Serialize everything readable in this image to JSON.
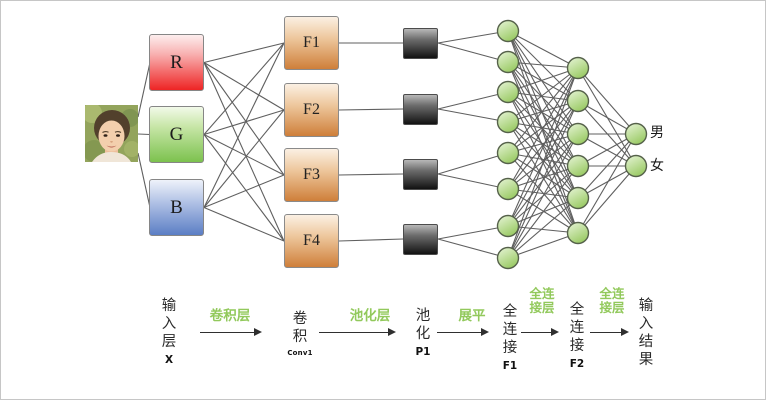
{
  "diagram": {
    "description": "CNN face gender-classification network diagram",
    "input_photo": "woman-face-photo",
    "channels": [
      {
        "label": "R",
        "color": "#ee2424",
        "color_light": "#fdeeee"
      },
      {
        "label": "G",
        "color": "#7cc24e",
        "color_light": "#f2fae9"
      },
      {
        "label": "B",
        "color": "#5b7ec5",
        "color_light": "#eef2fa"
      }
    ],
    "filters": [
      {
        "label": "F1"
      },
      {
        "label": "F2"
      },
      {
        "label": "F3"
      },
      {
        "label": "F4"
      }
    ],
    "filter_color": "#cf7f3a",
    "pool_color_top": "#b8b8b8",
    "pool_color_bottom": "#121212",
    "neuron_fill_light": "#e8f5d8",
    "neuron_fill": "#9ccb67",
    "neuron_stroke": "#55614a",
    "wire_color": "#5f5f5f",
    "layer_sizes": {
      "input_channels": 3,
      "conv_filters": 4,
      "pool_maps": 4,
      "fc1_neurons": 8,
      "fc2_neurons": 6,
      "output_neurons": 2
    },
    "outputs": [
      {
        "label": "男"
      },
      {
        "label": "女"
      }
    ]
  },
  "pipeline": {
    "arrow_label_color": "#92c95c",
    "stages": [
      {
        "cn": "输入层",
        "latin": "X"
      },
      {
        "cn": "卷积",
        "latin": "Conv1"
      },
      {
        "cn": "池化",
        "latin": "P1"
      },
      {
        "cn": "全连接",
        "latin": "F1"
      },
      {
        "cn": "全连接",
        "latin": "F2"
      },
      {
        "cn": "输入结果",
        "latin": ""
      }
    ],
    "arrows": [
      {
        "label": "卷积层"
      },
      {
        "label": "池化层"
      },
      {
        "label": "展平"
      },
      {
        "label": "全连\n接层"
      },
      {
        "label": "全连\n接层"
      }
    ]
  }
}
